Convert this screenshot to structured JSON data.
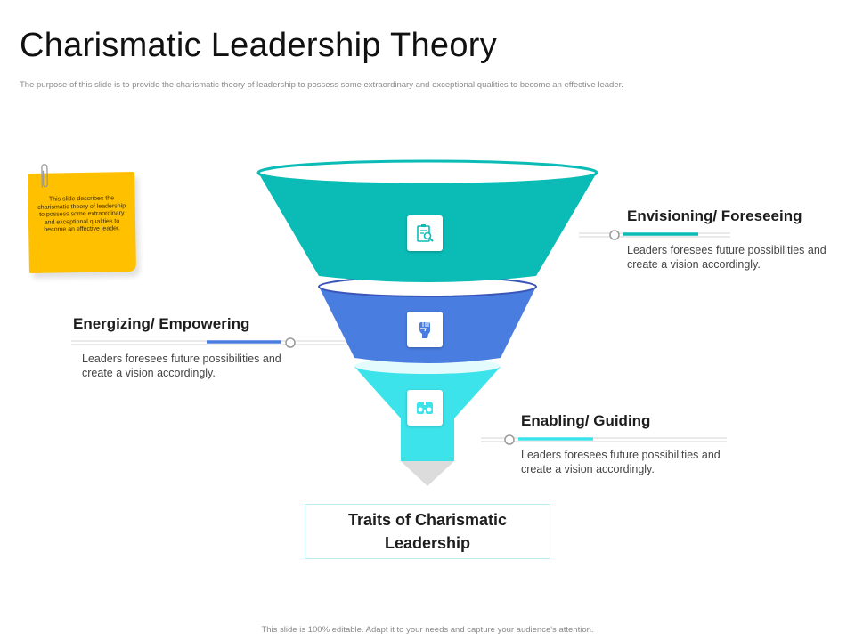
{
  "slide": {
    "title": "Charismatic Leadership Theory",
    "subtitle": "The purpose of this slide is to provide the charismatic theory of leadership to possess some extraordinary and exceptional qualities to become an effective leader.",
    "footer": "This slide is 100% editable. Adapt it to your needs and capture your audience's attention."
  },
  "note": {
    "text": "This slide describes the charismatic theory of leadership to possess some extraordinary and exceptional qualities to become an effective leader."
  },
  "center": {
    "label": "Traits of Charismatic Leadership"
  },
  "traits": [
    {
      "heading": "Envisioning/ Foreseeing",
      "description": "Leaders foresees future possibilities and create a vision accordingly.",
      "icon": "clipboard-search-icon",
      "color": "#0bbcb6"
    },
    {
      "heading": "Energizing/ Empowering",
      "description": "Leaders foresees future possibilities and create a vision accordingly.",
      "icon": "raised-fist-icon",
      "color": "#4a7de0"
    },
    {
      "heading": "Enabling/ Guiding",
      "description": "Leaders foresees future possibilities and create a vision accordingly.",
      "icon": "binoculars-icon",
      "color": "#3de3ea"
    }
  ],
  "colors": {
    "sticky_note": "#ffc000",
    "teal": "#0bbcb6",
    "blue": "#4a7de0",
    "cyan": "#3de3ea"
  }
}
